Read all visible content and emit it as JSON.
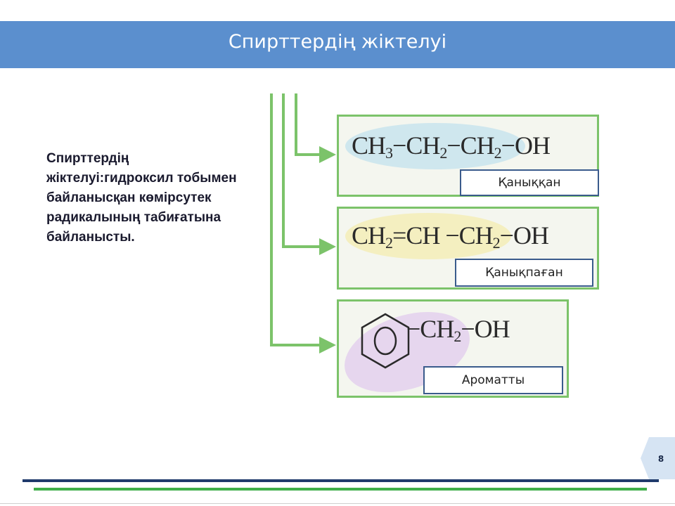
{
  "slide": {
    "title": "Спирттердің жіктелуі",
    "description": "Спирттердің жіктелуі:гидроксил тобымен байланысқан көмірсутек радикалының табиғатына байланысты.",
    "page_number": "8"
  },
  "categories": [
    {
      "label": "Қаныққан",
      "formula": {
        "p1": "CH",
        "s1": "3",
        "p2": "−CH",
        "s2": "2",
        "p3": "−CH",
        "s3": "2",
        "p4": "−OH"
      }
    },
    {
      "label": "Қанықпаған",
      "formula": {
        "p1": "CH",
        "s1": "2",
        "p2": "=CH",
        "p3": "−CH",
        "s3": "2",
        "p4": "−OH"
      }
    },
    {
      "label": "Ароматты",
      "formula": {
        "p1": "−CH",
        "s1": "2",
        "p2": "−OH"
      }
    }
  ],
  "colors": {
    "title_bar": "#5b8fce",
    "box_border": "#7cc36a",
    "arrow": "#7cc36a",
    "label_border": "#3a5b8c",
    "highlight_saturated": "#cfe7ee",
    "highlight_unsaturated": "#f4efc0",
    "highlight_aromatic": "#e6d6ee"
  },
  "icons": {
    "benzene": "benzene-ring-icon",
    "arrow": "arrow-right-icon"
  }
}
